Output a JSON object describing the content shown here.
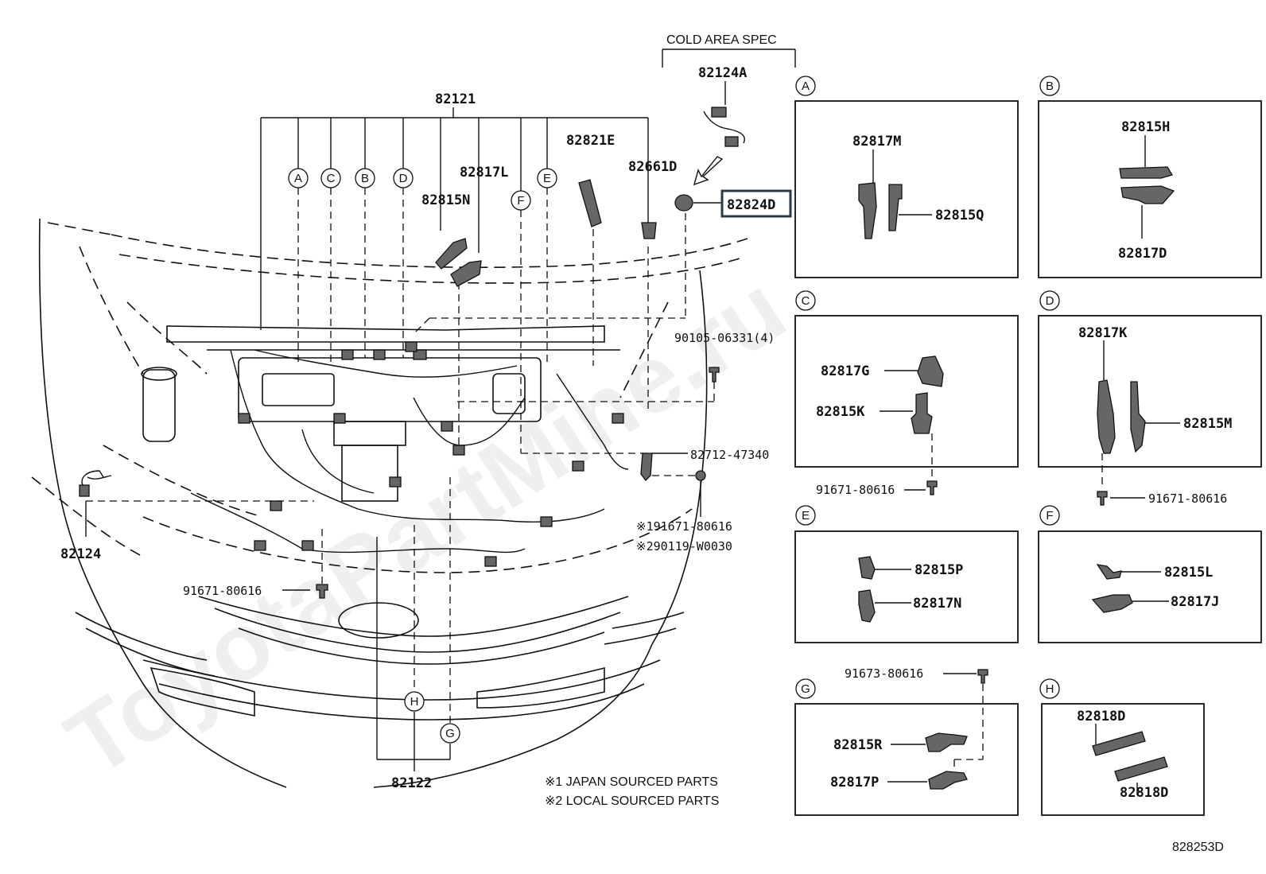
{
  "watermark": "ToyotaPartMine.ru",
  "cold_area_spec": "COLD AREA SPEC",
  "highlight": {
    "text": "82824D",
    "color": "#2b3a4a"
  },
  "labels": {
    "p82121": "82121",
    "p82124A": "82124A",
    "p82821E": "82821E",
    "p82817L": "82817L",
    "p82815N": "82815N",
    "p82661D": "82661D",
    "p82124": "82124",
    "p82122": "82122",
    "p90105": "90105-06331(4)",
    "p82712": "82712-47340",
    "p91671_main": "91671-80616",
    "p91671_fix1": "※191671-80616",
    "p90119": "※290119-W0030",
    "p91671_c": "91671-80616",
    "p91671_d": "91671-80616",
    "p91673": "91673-80616"
  },
  "circles": [
    "A",
    "C",
    "B",
    "D",
    "F",
    "E",
    "H",
    "G"
  ],
  "detail_boxes": [
    {
      "id": "A",
      "parts": [
        "82817M",
        "82815Q"
      ]
    },
    {
      "id": "B",
      "parts": [
        "82815H",
        "82817D"
      ]
    },
    {
      "id": "C",
      "parts": [
        "82817G",
        "82815K"
      ]
    },
    {
      "id": "D",
      "parts": [
        "82817K",
        "82815M"
      ]
    },
    {
      "id": "E",
      "parts": [
        "82815P",
        "82817N"
      ]
    },
    {
      "id": "F",
      "parts": [
        "82815L",
        "82817J"
      ]
    },
    {
      "id": "G",
      "parts": [
        "82815R",
        "82817P"
      ]
    },
    {
      "id": "H",
      "parts": [
        "82818D",
        "82818D"
      ]
    }
  ],
  "notes": [
    "※1 JAPAN SOURCED PARTS",
    "※2 LOCAL SOURCED PARTS"
  ],
  "diagram_code": "828253D"
}
